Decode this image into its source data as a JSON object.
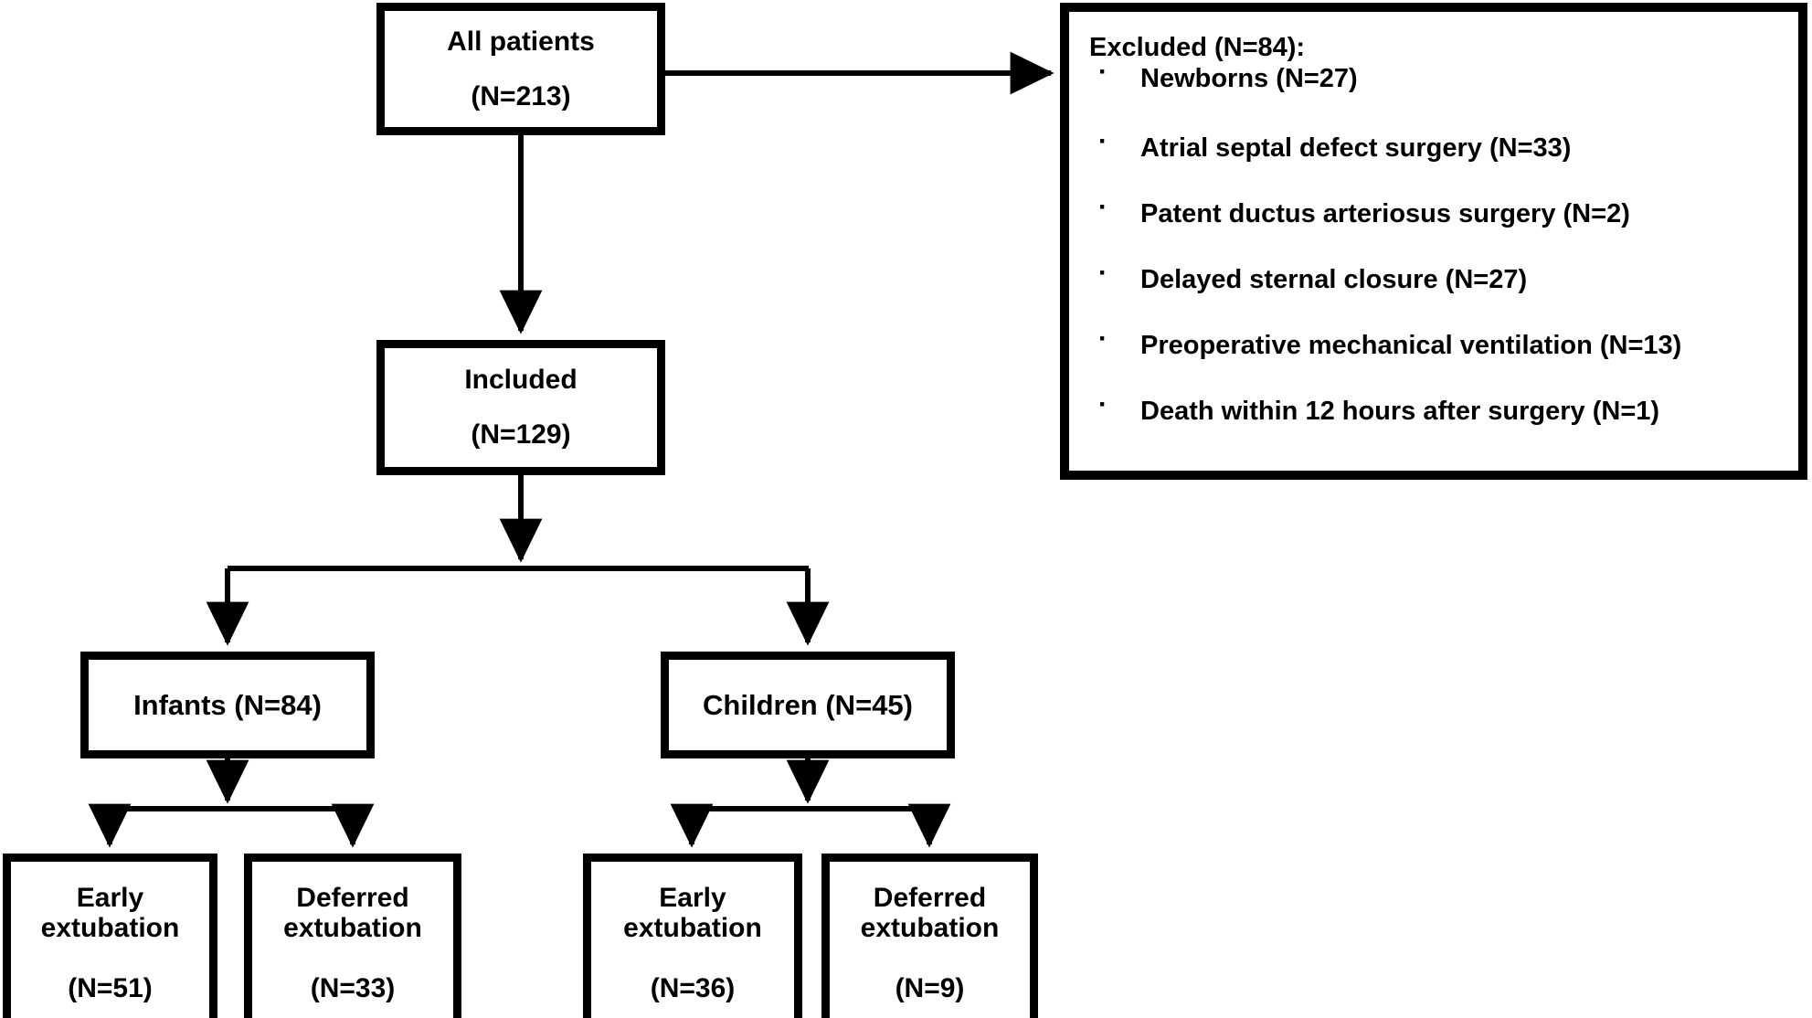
{
  "diagram": {
    "title": "Patient flow diagram",
    "type": "flowchart",
    "stroke_color": "#000000",
    "fill_color": "#ffffff"
  },
  "nodes": {
    "all_patients": {
      "label": "All patients",
      "count_label": "(N=213)",
      "n": 213
    },
    "included": {
      "label": "Included",
      "count_label": "(N=129)",
      "n": 129
    },
    "excluded": {
      "title": "Excluded (N=84):",
      "n": 84,
      "reasons": [
        {
          "label": "Newborns (N=27)",
          "n": 27
        },
        {
          "label": "Atrial septal defect surgery (N=33)",
          "n": 33
        },
        {
          "label": "Patent ductus arteriosus surgery (N=2)",
          "n": 2
        },
        {
          "label": "Delayed sternal closure (N=27)",
          "n": 27
        },
        {
          "label": "Preoperative mechanical ventilation (N=13)",
          "n": 13
        },
        {
          "label": "Death within 12 hours after surgery (N=1)",
          "n": 1
        }
      ]
    },
    "infants": {
      "label": "Infants (N=84)",
      "n": 84
    },
    "children": {
      "label": "Children (N=45)",
      "n": 45
    },
    "infant_early": {
      "line1": "Early",
      "line2": "extubation",
      "count_label": "(N=51)",
      "n": 51
    },
    "infant_deferred": {
      "line1": "Deferred",
      "line2": "extubation",
      "count_label": "(N=33)",
      "n": 33
    },
    "child_early": {
      "line1": "Early",
      "line2": "extubation",
      "count_label": "(N=36)",
      "n": 36
    },
    "child_deferred": {
      "line1": "Deferred",
      "line2": "extubation",
      "count_label": "(N=9)",
      "n": 9
    }
  }
}
